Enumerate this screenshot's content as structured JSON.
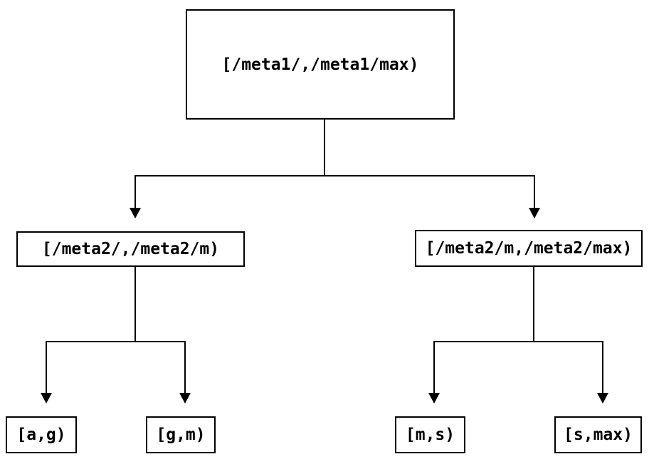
{
  "diagram": {
    "type": "tree",
    "colors": {
      "line": "#000000",
      "text": "#000000",
      "node_background": "#ffffff",
      "page_background": "#ffffff"
    },
    "nodes": {
      "root": {
        "label": "[/meta1/,/meta1/max)"
      },
      "meta2_low": {
        "label": "[/meta2/,/meta2/m)"
      },
      "meta2_high": {
        "label": "[/meta2/m,/meta2/max)"
      },
      "leaf_a_g": {
        "label": "[a,g)"
      },
      "leaf_g_m": {
        "label": "[g,m)"
      },
      "leaf_m_s": {
        "label": "[m,s)"
      },
      "leaf_s_max": {
        "label": "[s,max)"
      }
    },
    "edges": [
      {
        "from": "root",
        "to": "meta2_low"
      },
      {
        "from": "root",
        "to": "meta2_high"
      },
      {
        "from": "meta2_low",
        "to": "leaf_a_g"
      },
      {
        "from": "meta2_low",
        "to": "leaf_g_m"
      },
      {
        "from": "meta2_high",
        "to": "leaf_m_s"
      },
      {
        "from": "meta2_high",
        "to": "leaf_s_max"
      }
    ]
  }
}
